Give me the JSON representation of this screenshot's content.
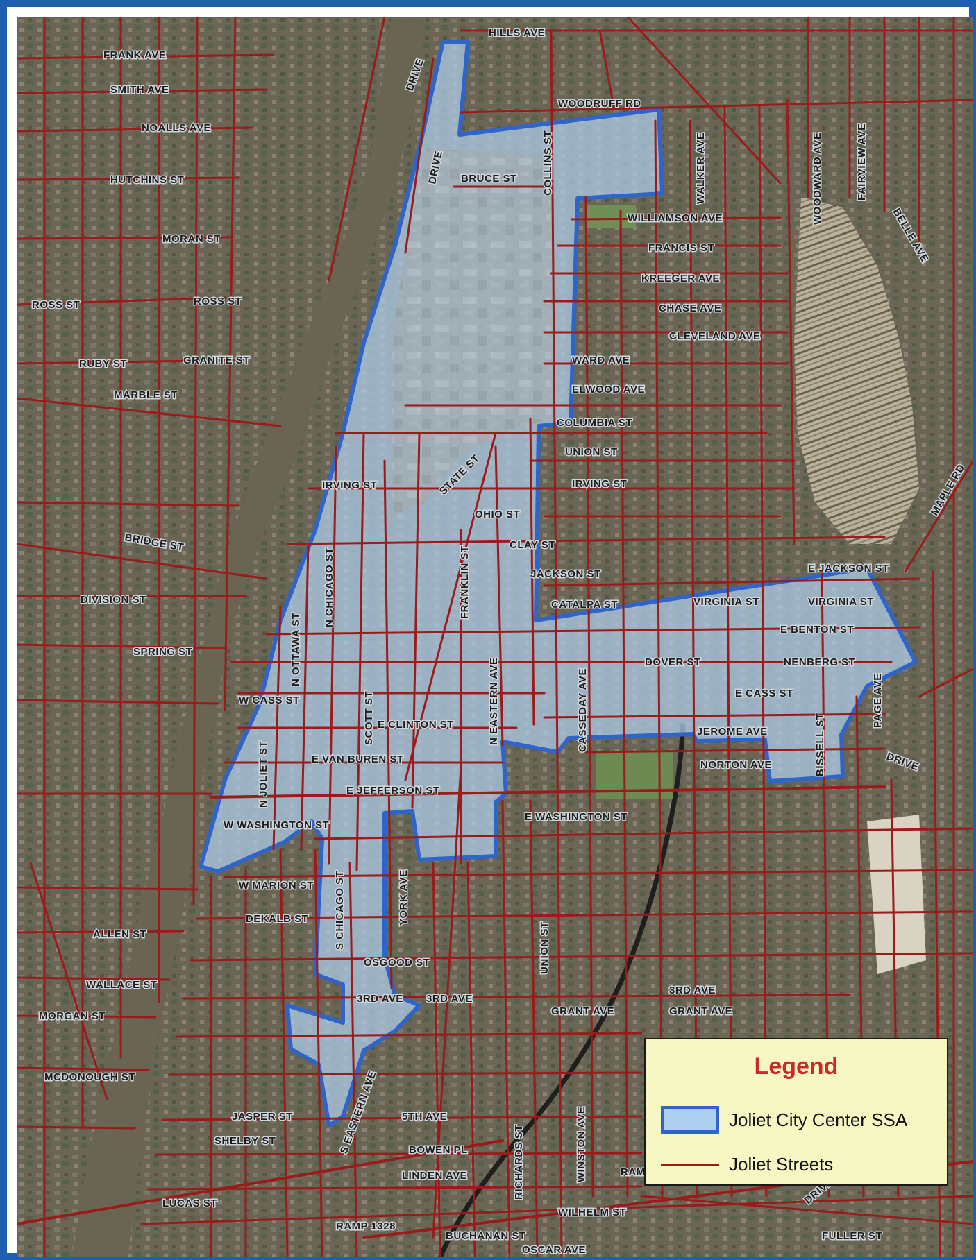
{
  "map": {
    "streets": {
      "frank_ave": "FRANK AVE",
      "smith_ave": "SMITH AVE",
      "noalls_ave": "NOALLS AVE",
      "hutchins_st": "HUTCHINS ST",
      "moran_st": "MORAN ST",
      "ross_st": "ROSS ST",
      "ruby_st": "RUBY ST",
      "granite_st": "GRANITE ST",
      "marble_st": "MARBLE ST",
      "irving_st": "IRVING ST",
      "bridge_st": "BRIDGE ST",
      "division_st": "DIVISION ST",
      "spring_st": "SPRING ST",
      "w_cass_st": "W CASS ST",
      "e_clinton_st": "E CLINTON ST",
      "e_van_buren_st": "E VAN BUREN ST",
      "e_jefferson_st": "E JEFFERSON ST",
      "w_washington_st": "W WASHINGTON ST",
      "e_washington_st": "E WASHINGTON ST",
      "w_marion_st": "W MARION ST",
      "dekalb_st": "DEKALB ST",
      "allen_st": "ALLEN ST",
      "wallace_st": "WALLACE ST",
      "morgan_st": "MORGAN ST",
      "mcdonough_st": "MCDONOUGH ST",
      "osgood_st": "OSGOOD ST",
      "third_ave": "3RD AVE",
      "fifth_ave": "5TH AVE",
      "bowen_pl": "BOWEN PL",
      "linden_ave": "LINDEN AVE",
      "lucas_st": "LUCAS ST",
      "shelby_st": "SHELBY ST",
      "jasper_st": "JASPER ST",
      "ramp": "RAMP",
      "ramp_1328": "RAMP 1328",
      "wilhelm_st": "WILHELM ST",
      "buchanan_st": "BUCHANAN ST",
      "oscar_ave": "OSCAR AVE",
      "fuller_st": "FULLER ST",
      "grant_ave": "GRANT AVE",
      "third_ave_east": "3RD AVE",
      "hills_ave": "HILLS AVE",
      "woodruff_rd": "WOODRUFF RD",
      "bruce_st": "BRUCE ST",
      "collins_st": "COLLINS ST",
      "williamson_ave": "WILLIAMSON AVE",
      "francis_st": "FRANCIS ST",
      "kreeger_ave": "KREEGER AVE",
      "chase_ave": "CHASE AVE",
      "cleveland_ave": "CLEVELAND AVE",
      "ward_ave": "WARD AVE",
      "elwood_ave": "ELWOOD AVE",
      "columbia_st": "COLUMBIA ST",
      "union_st": "UNION ST",
      "irving_st_east": "IRVING ST",
      "ohio_st": "OHIO ST",
      "clay_st": "CLAY ST",
      "jackson_st": "JACKSON ST",
      "e_jackson_st": "E JACKSON ST",
      "catalpa_st": "CATALPA ST",
      "virginia_st": "VIRGINIA ST",
      "e_benton_st": "E BENTON ST",
      "dover_st": "DOVER ST",
      "nenberg_st": "NENBERG ST",
      "e_cass_st": "E CASS ST",
      "jerome_ave": "JEROME AVE",
      "norton_ave": "NORTON AVE",
      "drive_north": "DRIVE",
      "drive_mid": "DRIVE",
      "drive_east": "DRIVE",
      "drive_se": "DRIVE",
      "state_st": "STATE ST",
      "franklin_st": "FRANKLIN ST",
      "n_ottawa_st": "N OTTAWA ST",
      "n_chicago_st": "N CHICAGO ST",
      "scott_st": "SCOTT ST",
      "n_joliet_st": "N JOLIET ST",
      "york_ave": "YORK AVE",
      "s_chicago_st": "S CHICAGO ST",
      "n_eastern_ave": "N EASTERN AVE",
      "s_eastern_ave": "S EASTERN AVE",
      "cassedy_ave": "CASSEDAY AVE",
      "bissell_st": "BISSELL ST",
      "page_ave": "PAGE AVE",
      "maple_rd": "MAPLE RD",
      "walker_ave": "WALKER AVE",
      "woodward_ave": "WOODWARD AVE",
      "fairview_ave": "FAIRVIEW AVE",
      "belle_ave": "BELLE AVE",
      "union_st_south": "UNION ST",
      "richards_st": "RICHARDS ST",
      "winston_ave": "WINSTON AVE"
    }
  },
  "legend": {
    "title": "Legend",
    "ssa_label": "Joliet City Center SSA",
    "streets_label": "Joliet Streets"
  },
  "colors": {
    "ssa_fill": "#aed0ee",
    "ssa_border": "#2f64c8",
    "street": "#9b1b1b",
    "river": "#6a6452",
    "legend_title": "#cc2a2a",
    "legend_bg": "#f7f7c3",
    "frame": "#1f5fb0"
  }
}
